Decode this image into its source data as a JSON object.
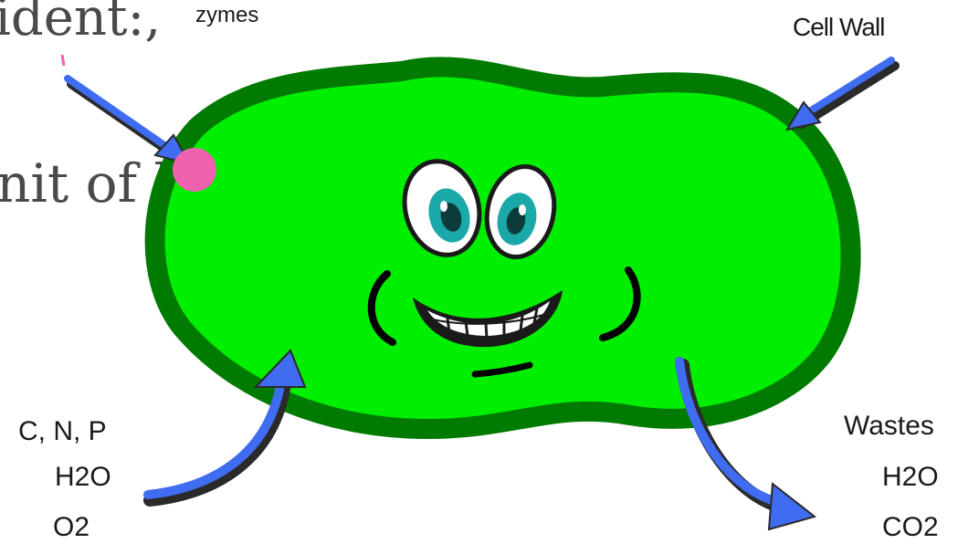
{
  "heading": {
    "partial_text": "ident:,",
    "small_text": "zymes"
  },
  "unit_line": {
    "text": "nit of life = cell"
  },
  "labels": {
    "cell_wall": "Cell Wall",
    "inputs": [
      "C, N, P",
      "H2O",
      "O2"
    ],
    "outputs": [
      "Wastes",
      "H2O",
      "CO2"
    ]
  },
  "colors": {
    "cell_fill": "#00ee00",
    "cell_border": "#007a00",
    "arrow_blue": "#3f6cf0",
    "arrow_shadow": "#2a2a2a",
    "pointer_dot": "#f062b0",
    "eye_iris": "#1aa8a8"
  }
}
